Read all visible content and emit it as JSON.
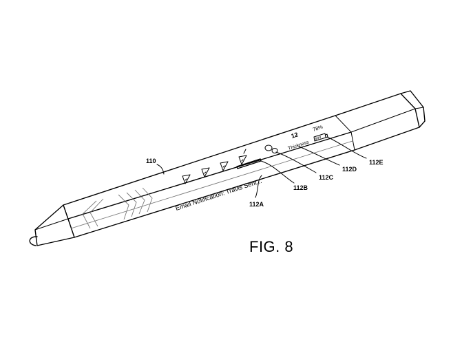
{
  "figure": {
    "caption": "FIG. 8"
  },
  "device": {
    "notification_text": "Email Notification: Travis Sent...",
    "thickness_value": "12",
    "thickness_label": "Thickness",
    "battery_percent": "78%"
  },
  "references": {
    "pen": "110",
    "notification": "112A",
    "slider": "112B",
    "color_icon": "112C",
    "thickness": "112D",
    "battery": "112E"
  }
}
